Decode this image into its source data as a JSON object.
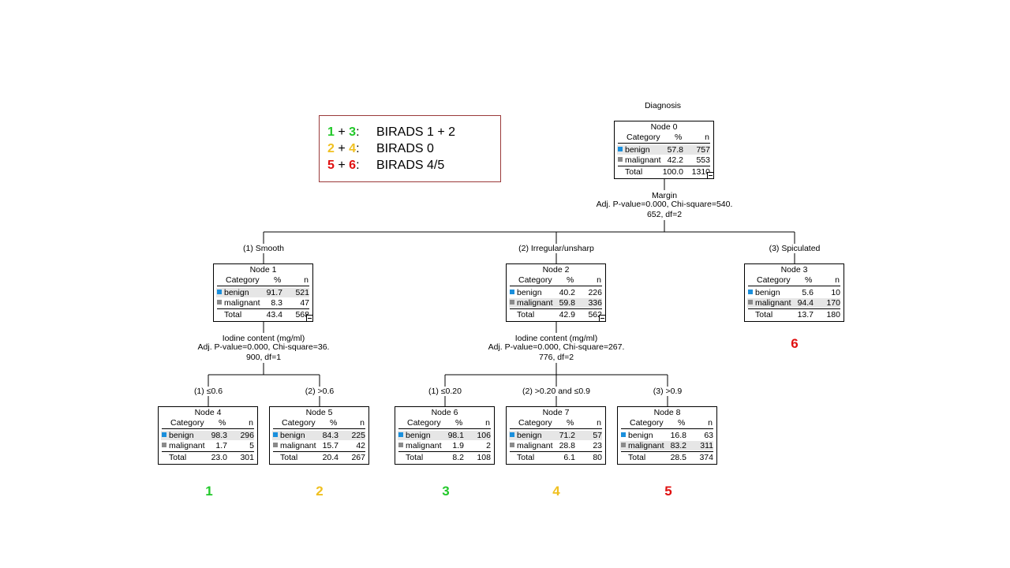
{
  "legend": {
    "rows": [
      {
        "a": "1",
        "plus": "+",
        "b": "3",
        "colon": ":",
        "label": "BIRADS 1 + 2",
        "color": "#22c82a"
      },
      {
        "a": "2",
        "plus": "+",
        "b": "4",
        "colon": ":",
        "label": "BIRADS 0",
        "color": "#f0c020"
      },
      {
        "a": "5",
        "plus": "+",
        "b": "6",
        "colon": ":",
        "label": "BIRADS 4/5",
        "color": "#e01010"
      }
    ]
  },
  "tree": {
    "target": "Diagnosis",
    "colors": {
      "benign": "#1a8fdc",
      "malignant": "#8a8a8a"
    },
    "header": {
      "category": "Category",
      "pct": "%",
      "n": "n"
    },
    "categories": [
      "benign",
      "malignant"
    ],
    "total_label": "Total",
    "nodes": [
      {
        "id": "node-0",
        "title": "Node 0",
        "benign_pct": "57.8",
        "benign_n": "757",
        "malignant_pct": "42.2",
        "malignant_n": "553",
        "total_pct": "100.0",
        "total_n": "1310"
      },
      {
        "id": "node-1",
        "title": "Node 1",
        "benign_pct": "91.7",
        "benign_n": "521",
        "malignant_pct": "8.3",
        "malignant_n": "47",
        "total_pct": "43.4",
        "total_n": "568"
      },
      {
        "id": "node-2",
        "title": "Node 2",
        "benign_pct": "40.2",
        "benign_n": "226",
        "malignant_pct": "59.8",
        "malignant_n": "336",
        "total_pct": "42.9",
        "total_n": "562"
      },
      {
        "id": "node-3",
        "title": "Node 3",
        "benign_pct": "5.6",
        "benign_n": "10",
        "malignant_pct": "94.4",
        "malignant_n": "170",
        "total_pct": "13.7",
        "total_n": "180"
      },
      {
        "id": "node-4",
        "title": "Node 4",
        "benign_pct": "98.3",
        "benign_n": "296",
        "malignant_pct": "1.7",
        "malignant_n": "5",
        "total_pct": "23.0",
        "total_n": "301"
      },
      {
        "id": "node-5",
        "title": "Node 5",
        "benign_pct": "84.3",
        "benign_n": "225",
        "malignant_pct": "15.7",
        "malignant_n": "42",
        "total_pct": "20.4",
        "total_n": "267"
      },
      {
        "id": "node-6",
        "title": "Node 6",
        "benign_pct": "98.1",
        "benign_n": "106",
        "malignant_pct": "1.9",
        "malignant_n": "2",
        "total_pct": "8.2",
        "total_n": "108"
      },
      {
        "id": "node-7",
        "title": "Node 7",
        "benign_pct": "71.2",
        "benign_n": "57",
        "malignant_pct": "28.8",
        "malignant_n": "23",
        "total_pct": "6.1",
        "total_n": "80"
      },
      {
        "id": "node-8",
        "title": "Node 8",
        "benign_pct": "16.8",
        "benign_n": "63",
        "malignant_pct": "83.2",
        "malignant_n": "311",
        "total_pct": "28.5",
        "total_n": "374"
      }
    ],
    "splits": {
      "root": {
        "variable": "Margin",
        "stats": "Adj. P-value=0.000, Chi-square=540.",
        "stats2": "652, df=2"
      },
      "node1": {
        "variable": "Iodine content (mg/ml)",
        "stats": "Adj. P-value=0.000, Chi-square=36.",
        "stats2": "900, df=1"
      },
      "node2": {
        "variable": "Iodine content (mg/ml)",
        "stats": "Adj. P-value=0.000, Chi-square=267.",
        "stats2": "776, df=2"
      }
    },
    "branches": {
      "b1": "(1) Smooth",
      "b2": "(2) Irregular/unsharp",
      "b3": "(3) Spiculated",
      "b4": "(1) ≤0.6",
      "b5": "(2) >0.6",
      "b6": "(1) ≤0.20",
      "b7": "(2) >0.20 and ≤0.9",
      "b8": "(3) >0.9"
    },
    "groups": {
      "g1": {
        "label": "1",
        "color": "#22c82a"
      },
      "g2": {
        "label": "2",
        "color": "#f0c020"
      },
      "g3": {
        "label": "3",
        "color": "#22c82a"
      },
      "g4": {
        "label": "4",
        "color": "#f0c020"
      },
      "g5": {
        "label": "5",
        "color": "#e01010"
      },
      "g6": {
        "label": "6",
        "color": "#e01010"
      }
    }
  }
}
